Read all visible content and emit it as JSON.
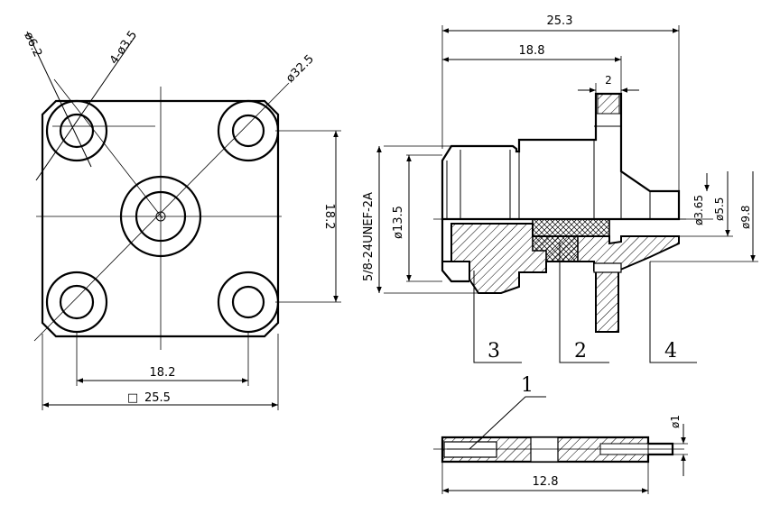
{
  "front_view": {
    "dims": {
      "side_pitch": "18.2",
      "bottom_pitch": "18.2",
      "body_width": "25.5",
      "bolt_circle": "ø32.5",
      "hole_spec": "4-ø3.5",
      "counterbore": "ø6.2"
    },
    "square_symbol": "□"
  },
  "side_view": {
    "dims": {
      "overall_length": "25.3",
      "body_length": "18.8",
      "flange_thickness": "2",
      "pin_dia": "ø3.65",
      "insulator_dia": "ø5.5",
      "outer_dia": "ø9.8",
      "thread_dia": "ø13.5",
      "thread_spec": "5/8-24UNEF-2A"
    },
    "callouts": [
      "3",
      "2",
      "4"
    ]
  },
  "pin_view": {
    "dims": {
      "length": "12.8",
      "tip_dia": "ø1"
    },
    "callout": "1"
  }
}
